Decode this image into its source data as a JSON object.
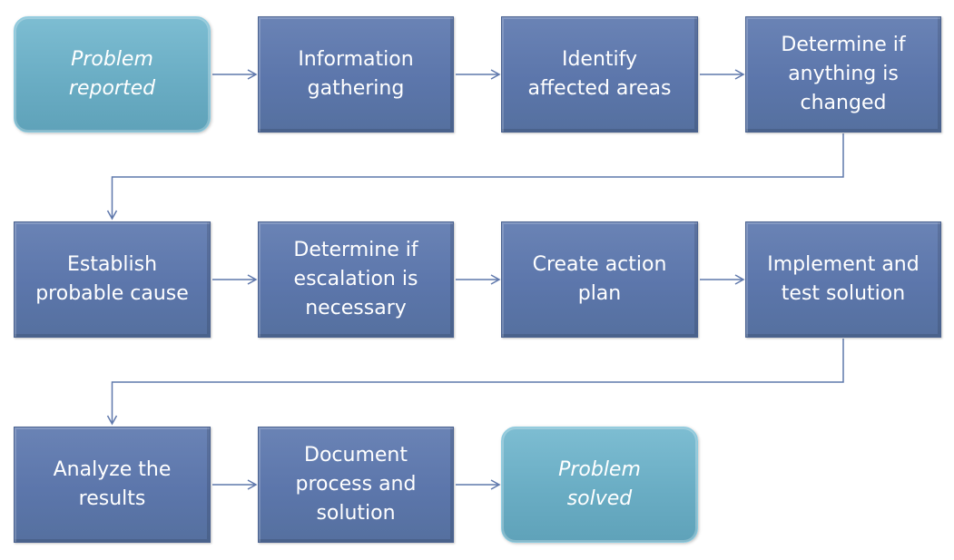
{
  "diagram": {
    "colors": {
      "step_fill": "#5f78ac",
      "terminal_fill": "#6aadc4",
      "connector": "#5f78ac",
      "text": "#ffffff"
    },
    "nodes": [
      {
        "id": "problem-reported",
        "kind": "terminal",
        "label": "Problem\nreported"
      },
      {
        "id": "information-gathering",
        "kind": "step",
        "label": "Information\ngathering"
      },
      {
        "id": "identify-affected-areas",
        "kind": "step",
        "label": "Identify\naffected areas"
      },
      {
        "id": "determine-if-changed",
        "kind": "step",
        "label": "Determine if\nanything is\nchanged"
      },
      {
        "id": "establish-probable-cause",
        "kind": "step",
        "label": "Establish\nprobable cause"
      },
      {
        "id": "determine-escalation",
        "kind": "step",
        "label": "Determine if\nescalation is\nnecessary"
      },
      {
        "id": "create-action-plan",
        "kind": "step",
        "label": "Create action\nplan"
      },
      {
        "id": "implement-and-test",
        "kind": "step",
        "label": "Implement and\ntest solution"
      },
      {
        "id": "analyze-results",
        "kind": "step",
        "label": "Analyze the\nresults"
      },
      {
        "id": "document-process",
        "kind": "step",
        "label": "Document\nprocess and\nsolution"
      },
      {
        "id": "problem-solved",
        "kind": "terminal",
        "label": "Problem\nsolved"
      }
    ],
    "edges": [
      {
        "from": "problem-reported",
        "to": "information-gathering"
      },
      {
        "from": "information-gathering",
        "to": "identify-affected-areas"
      },
      {
        "from": "identify-affected-areas",
        "to": "determine-if-changed"
      },
      {
        "from": "determine-if-changed",
        "to": "establish-probable-cause"
      },
      {
        "from": "establish-probable-cause",
        "to": "determine-escalation"
      },
      {
        "from": "determine-escalation",
        "to": "create-action-plan"
      },
      {
        "from": "create-action-plan",
        "to": "implement-and-test"
      },
      {
        "from": "implement-and-test",
        "to": "analyze-results"
      },
      {
        "from": "analyze-results",
        "to": "document-process"
      },
      {
        "from": "document-process",
        "to": "problem-solved"
      }
    ]
  }
}
